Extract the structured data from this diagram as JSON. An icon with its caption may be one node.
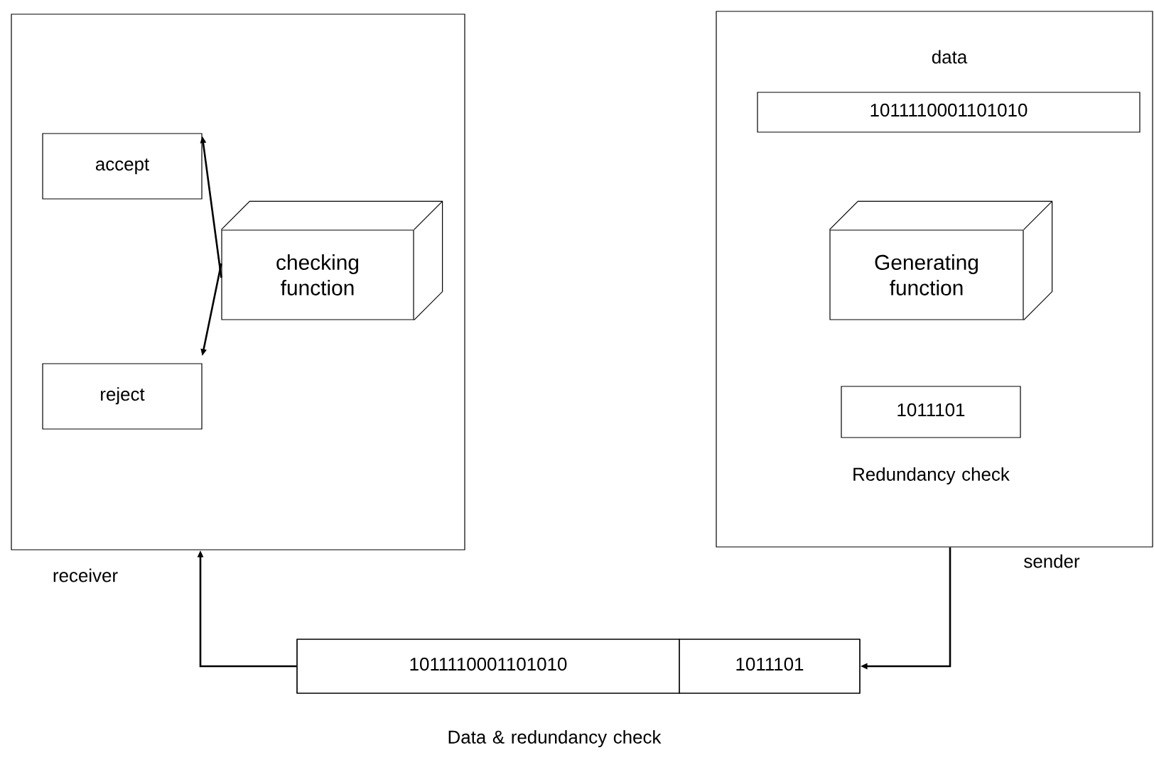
{
  "diagram": {
    "nodes": [
      {
        "text": [
          "receiver"
        ]
      },
      {
        "text": [
          "accept"
        ],
        "in": 0
      },
      {
        "text": [
          "checking function"
        ],
        "in": 0
      },
      {
        "text": [
          "reject"
        ],
        "in": 0
      },
      {
        "text": [
          "sender"
        ]
      },
      {
        "text": [
          "1011110001101010"
        ],
        "beside": [
          "data"
        ],
        "in": 4
      },
      {
        "text": [
          "Generating function"
        ],
        "in": 4
      },
      {
        "text": [
          "1011101"
        ],
        "beside": [
          "Redundancy check"
        ],
        "in": 4
      },
      {
        "text": [],
        "shape": "bar",
        "beside": [
          "Data & redundancy check"
        ]
      },
      {
        "text": [
          "1011110001101010"
        ],
        "in": 8
      },
      {
        "text": [
          "1011101"
        ],
        "in": 8
      }
    ],
    "edges": [
      {
        "from": 2,
        "to": 1,
        "arrow": "to"
      },
      {
        "from": 2,
        "to": 3,
        "arrow": "to"
      },
      {
        "from": 4,
        "to": 8,
        "arrow": "to"
      },
      {
        "from": 8,
        "to": 0,
        "arrow": "to"
      }
    ]
  }
}
